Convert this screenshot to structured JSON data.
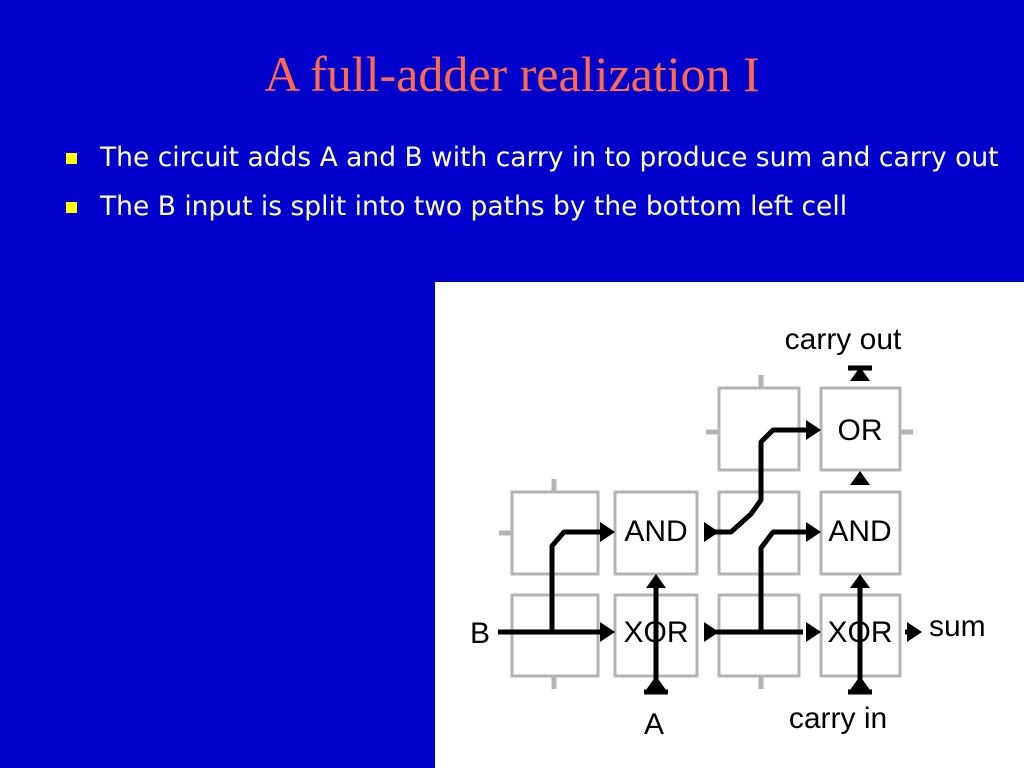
{
  "title": "A full-adder realization I",
  "bullets": [
    "The circuit adds A and B with carry in to produce sum and carry out",
    "The B input is split into two paths by the bottom left cell"
  ],
  "diagram": {
    "cells": [
      "",
      "OR",
      "",
      "AND",
      "",
      "AND",
      "",
      "XOR",
      "",
      "XOR"
    ],
    "labels": {
      "carry_out": "carry out",
      "sum": "sum",
      "carry_in": "carry in",
      "input_a": "A",
      "input_b": "B"
    }
  }
}
